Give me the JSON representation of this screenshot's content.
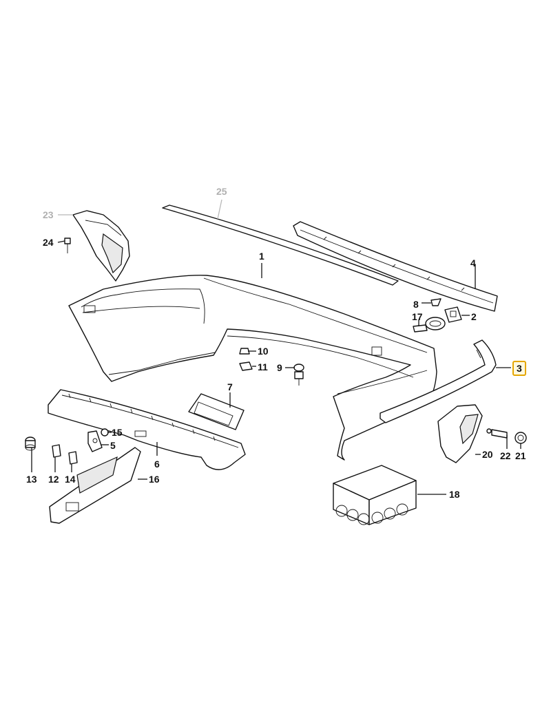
{
  "callouts": {
    "c1": "1",
    "c2": "2",
    "c3": "3",
    "c4": "4",
    "c5": "5",
    "c6": "6",
    "c7": "7",
    "c8": "8",
    "c9": "9",
    "c10": "10",
    "c11": "11",
    "c12": "12",
    "c13": "13",
    "c14": "14",
    "c15": "15",
    "c16": "16",
    "c17": "17",
    "c18": "18",
    "c20": "20",
    "c21": "21",
    "c22": "22",
    "c23": "23",
    "c24": "24",
    "c25": "25"
  },
  "highlighted_callout": "3",
  "faded_callouts": [
    "23",
    "25"
  ],
  "colors": {
    "highlight_border": "#e5a600",
    "highlight_fill": "#fff9e0",
    "faded": "#b0b0b0",
    "line": "#111111"
  }
}
